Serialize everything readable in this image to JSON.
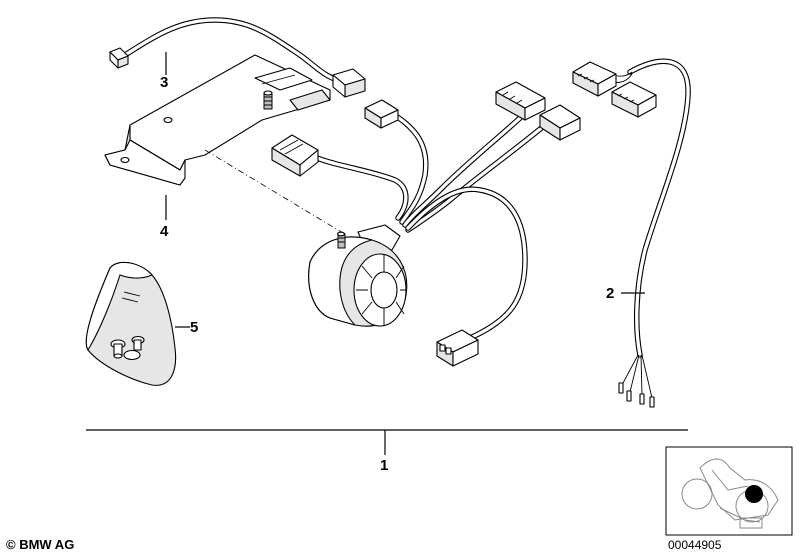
{
  "labels": {
    "part_1": "1",
    "part_2": "2",
    "part_3": "3",
    "part_4": "4",
    "part_5": "5"
  },
  "footer": {
    "copyright": "© BMW AG",
    "document_number": "00044905"
  },
  "colors": {
    "line": "#000000",
    "background": "#ffffff",
    "marker": "#000000"
  }
}
